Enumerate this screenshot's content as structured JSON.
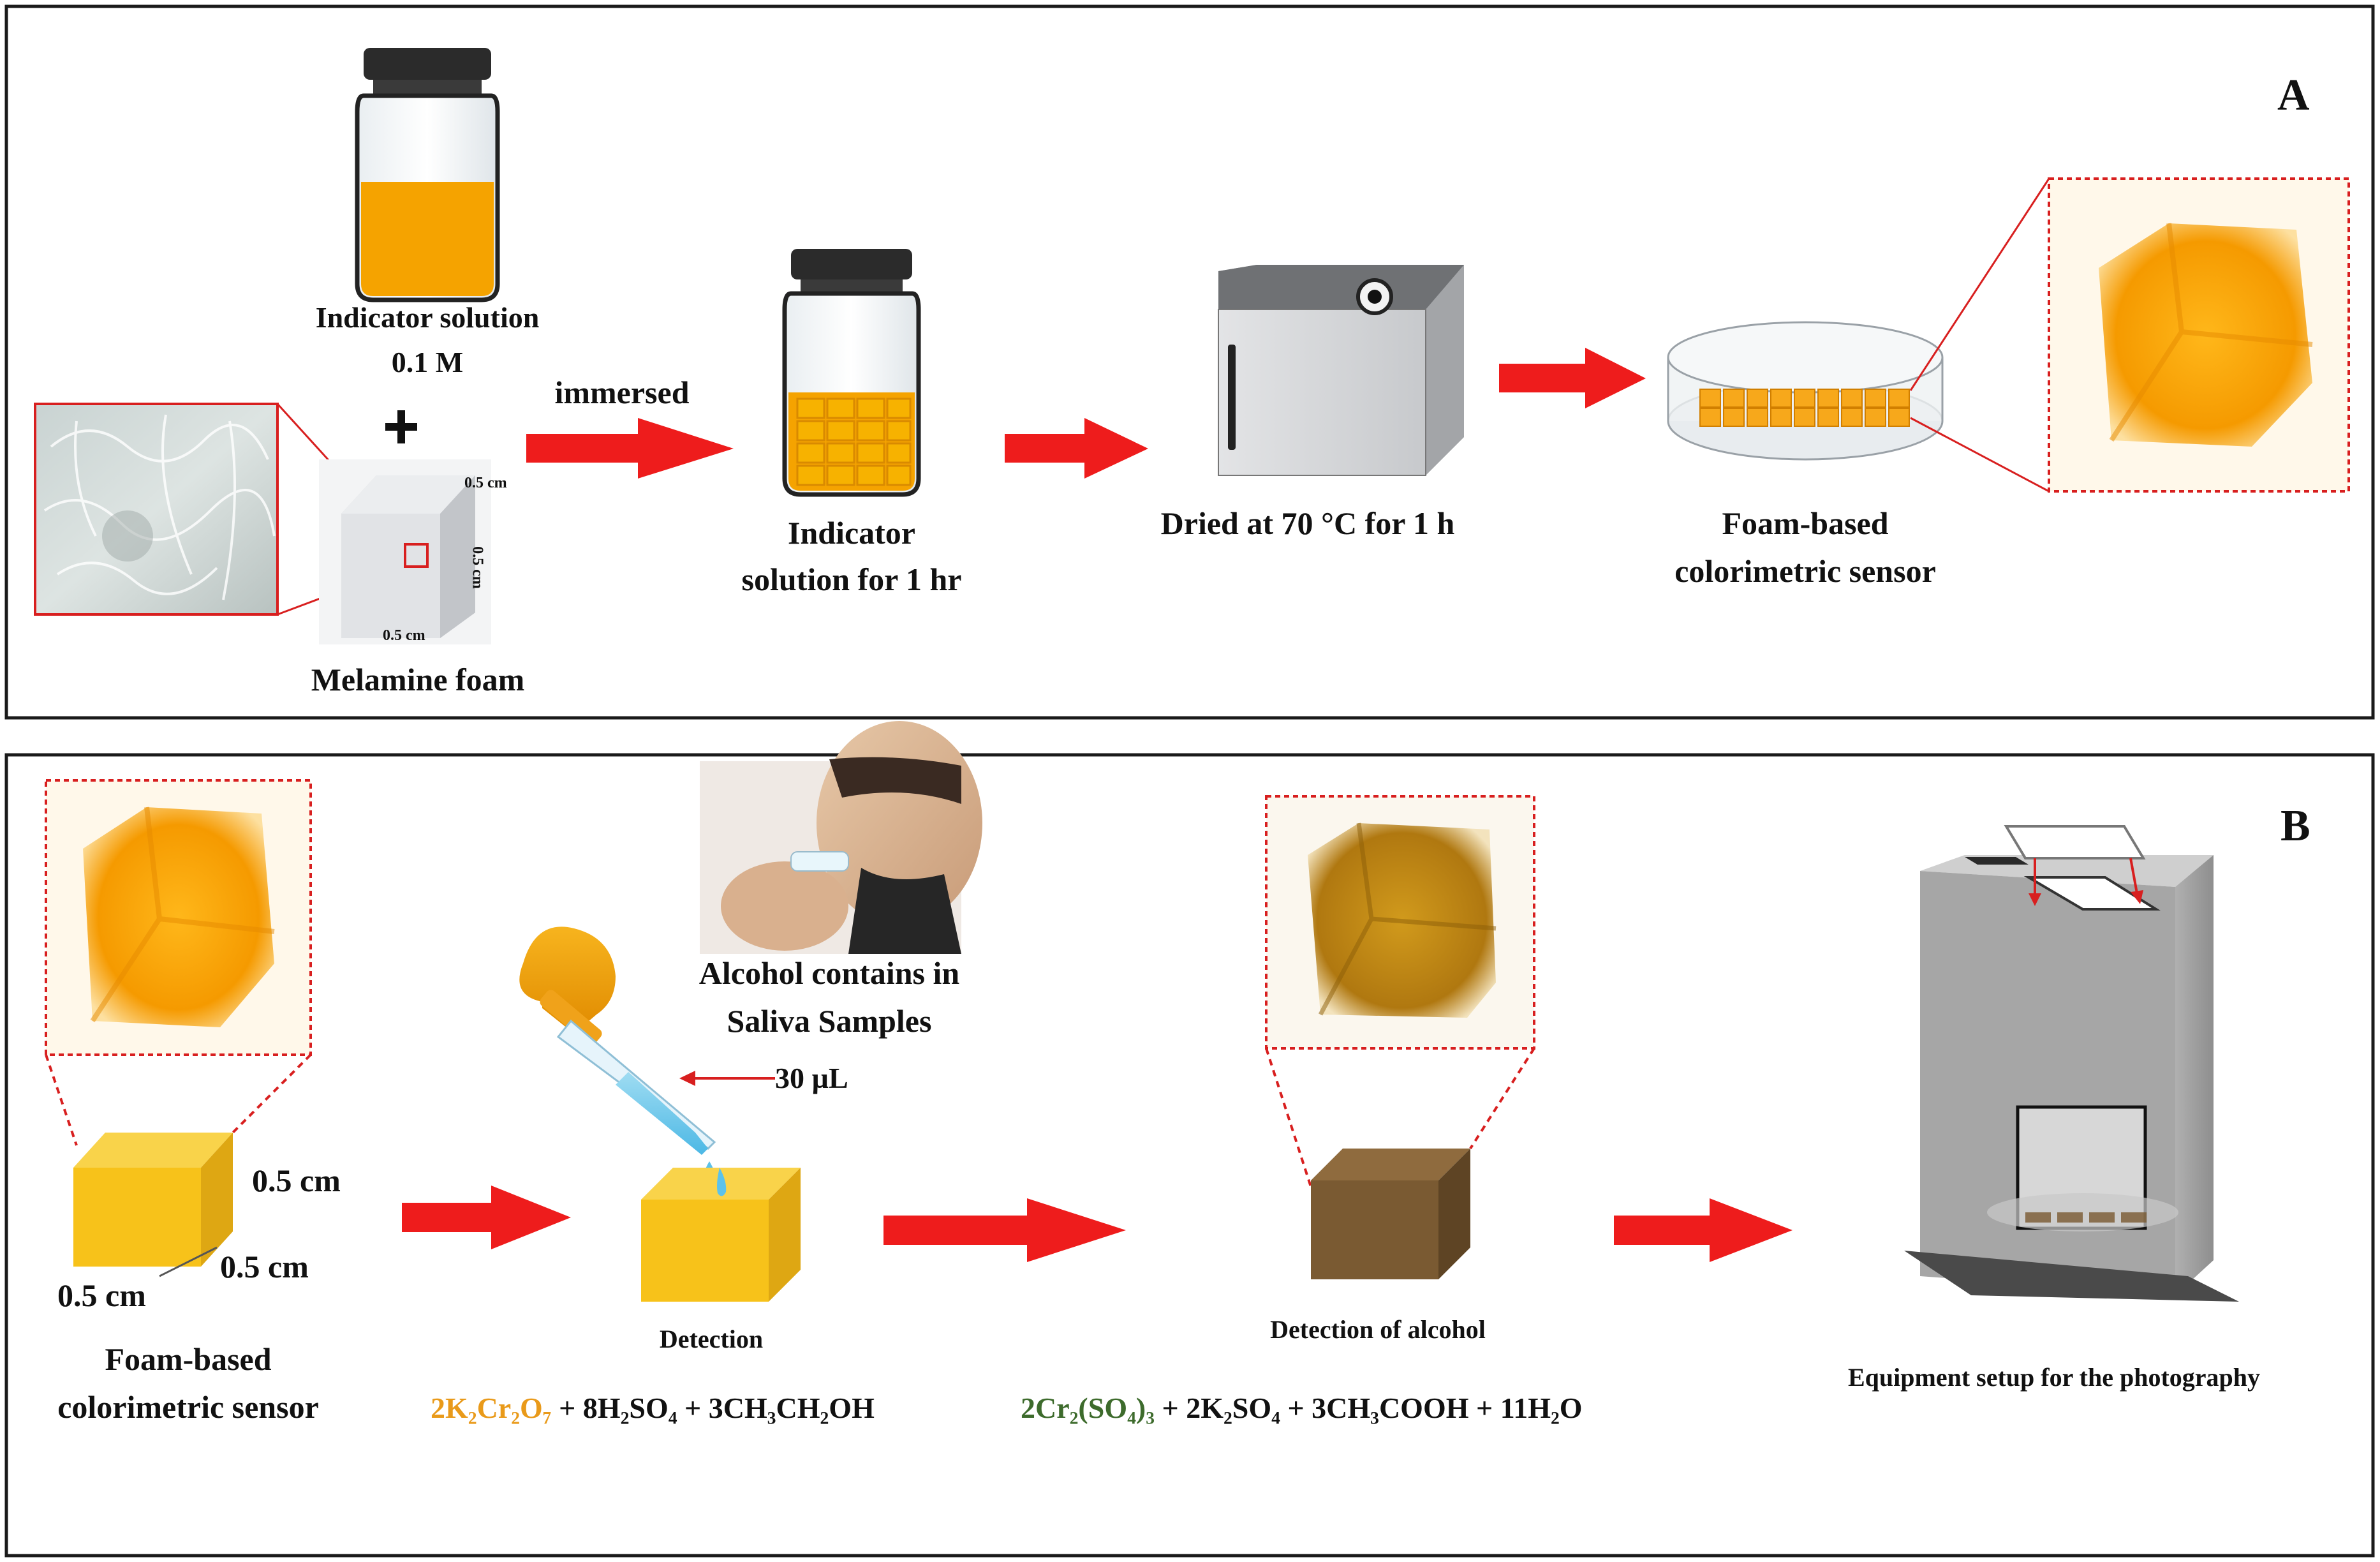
{
  "panel_a": {
    "letter": "A",
    "indicator_solution_label": "Indicator solution",
    "concentration": "0.1 M",
    "plus_sign": "+",
    "dim_top": "0.5 cm",
    "dim_right": "0.5 cm",
    "dim_bottom": "0.5 cm",
    "foam_label": "Melamine foam",
    "immersed_label": "immersed",
    "immersion_label_line1": "Indicator",
    "immersion_label_line2": "solution for 1 hr",
    "dried_label": "Dried at 70 °C for 1 h",
    "sensor_label_line1": "Foam-based",
    "sensor_label_line2": "colorimetric sensor"
  },
  "panel_b": {
    "letter": "B",
    "dim_side": "0.5 cm",
    "dim_depth": "0.5 cm",
    "dim_front": "0.5 cm",
    "sensor_label_line1": "Foam-based",
    "sensor_label_line2": "colorimetric sensor",
    "saliva_label_line1": "Alcohol contains in",
    "saliva_label_line2": "Saliva Samples",
    "volume_label": "30 µL",
    "detection_label": "Detection",
    "detection_alcohol_label": "Detection of alcohol",
    "equipment_label": "Equipment setup for the photography",
    "equation_left": {
      "reactant": "2K₂Cr₂O₇",
      "rest": " + 8H₂SO₄ + 3CH₃CH₂OH"
    },
    "equation_right": {
      "product": "2Cr₂(SO₄)₃",
      "rest": " + 2K₂SO₄ + 3CH₃COOH + 11H₂O"
    }
  },
  "colors": {
    "arrow": "#ee1c1c",
    "orange_solution": "#f5a300",
    "sensor_cube": "#f7c21a",
    "brown_cube": "#7a5a32",
    "dichromate_text": "#e99a1a",
    "chromium_text": "#3d6b2c",
    "border": "#1a1a1a"
  }
}
